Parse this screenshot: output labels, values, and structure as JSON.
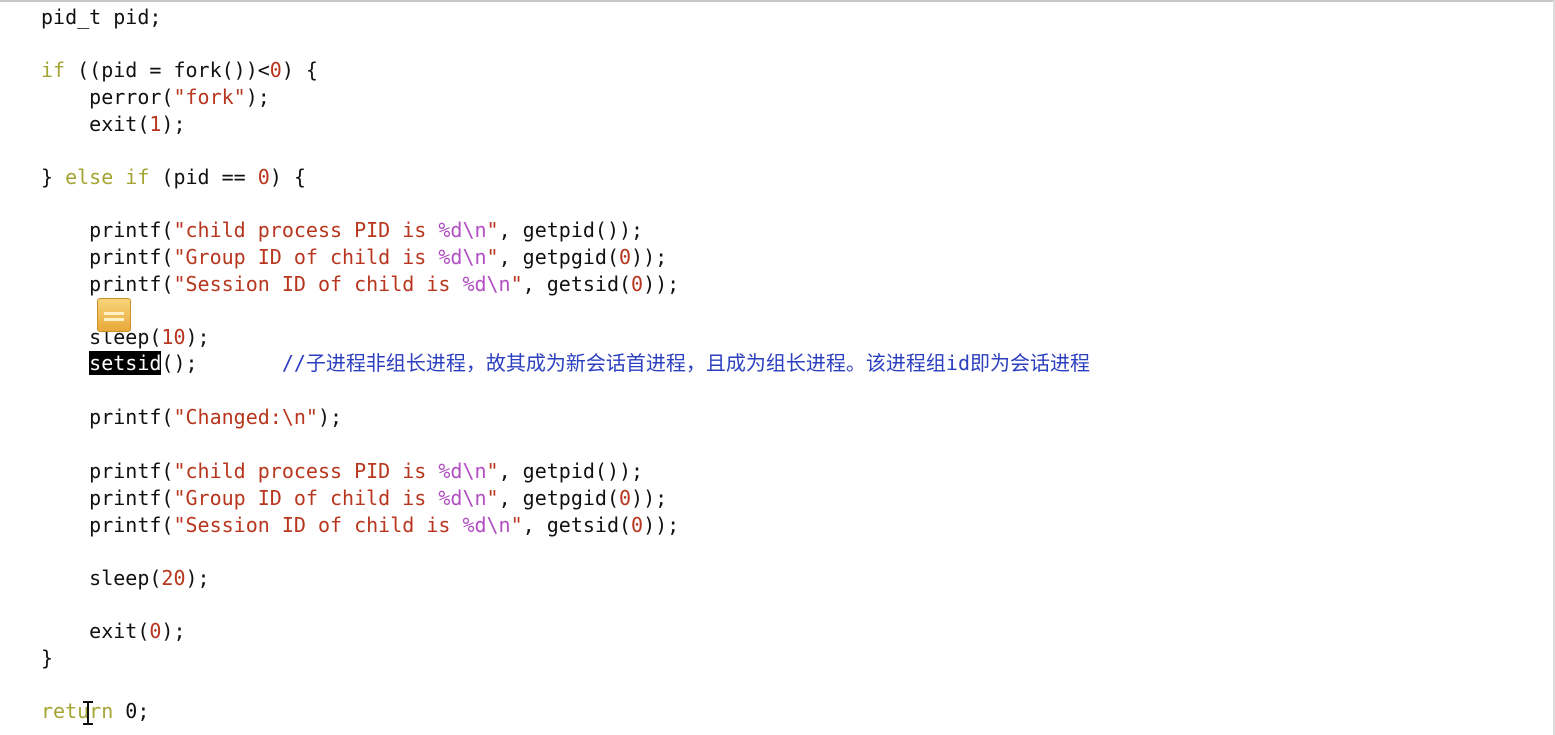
{
  "editor": {
    "lines": {
      "decl": "pid_t pid;",
      "if_kw": "if",
      "if_cond_a": " ((pid = fork())<",
      "if_num": "0",
      "if_cond_b": ") {",
      "perror_a": "    perror(",
      "perror_str": "\"fork\"",
      "perror_b": ");",
      "exit1_a": "    exit(",
      "exit1_num": "1",
      "exit1_b": ");",
      "else_brace": "} ",
      "else_kw": "else if",
      "else_cond_a": " (pid == ",
      "else_num": "0",
      "else_cond_b": ") {",
      "pf1_a": "    printf(",
      "pf1_s1": "\"child process PID is ",
      "pf1_fmt": "%d\\n",
      "pf1_s2": "\"",
      "pf1_b": ", getpid());",
      "pf2_a": "    printf(",
      "pf2_s1": "\"Group ID of child is ",
      "pf2_fmt": "%d\\n",
      "pf2_s2": "\"",
      "pf2_b": ", getpgid(",
      "pf2_num": "0",
      "pf2_c": "));",
      "pf3_a": "    printf(",
      "pf3_s1": "\"Session ID of child is ",
      "pf3_fmt": "%d\\n",
      "pf3_s2": "\"",
      "pf3_b": ", getsid(",
      "pf3_num": "0",
      "pf3_c": "));",
      "sleep10_a": "    sleep(",
      "sleep10_num": "10",
      "sleep10_b": ");",
      "setsid_indent": "    ",
      "setsid_hl": "setsid",
      "setsid_b": "();       ",
      "setsid_comment": "//子进程非组长进程，故其成为新会话首进程，且成为组长进程。该进程组id即为会话进程",
      "changed_a": "    printf(",
      "changed_str": "\"Changed:\\n\"",
      "changed_b": ");",
      "pf4_a": "    printf(",
      "pf4_s1": "\"child process PID is ",
      "pf4_fmt": "%d\\n",
      "pf4_s2": "\"",
      "pf4_b": ", getpid());",
      "pf5_a": "    printf(",
      "pf5_s1": "\"Group ID of child is ",
      "pf5_fmt": "%d\\n",
      "pf5_s2": "\"",
      "pf5_b": ", getpgid(",
      "pf5_num": "0",
      "pf5_c": "));",
      "pf6_a": "    printf(",
      "pf6_s1": "\"Session ID of child is ",
      "pf6_fmt": "%d\\n",
      "pf6_s2": "\"",
      "pf6_b": ", getsid(",
      "pf6_num": "0",
      "pf6_c": "));",
      "sleep20_a": "    sleep(",
      "sleep20_num": "20",
      "sleep20_b": ");",
      "exit0_a": "    exit(",
      "exit0_num": "0",
      "exit0_b": ");",
      "close_brace": "}",
      "return_kw": "return",
      "return_b": " 0;"
    }
  },
  "colors": {
    "keyword": "#a5a535",
    "string": "#b8361e",
    "format_spec": "#b14fc3",
    "comment": "#2b3fbf",
    "selection": "#000000"
  },
  "icons": {
    "bookmark": "bookmark-icon",
    "cursor": "text-cursor-icon"
  }
}
